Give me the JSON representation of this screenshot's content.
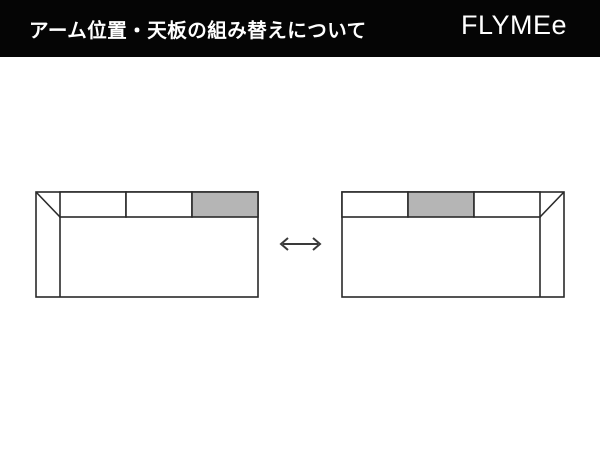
{
  "header": {
    "title": "アーム位置・天板の組み替えについて",
    "brand": "FLYMEe"
  },
  "colors": {
    "header_bg": "#050505",
    "header_text": "#ffffff",
    "outline": "#2a2a2a",
    "highlight": "#b5b5b5"
  },
  "diagram": {
    "left_sofa": {
      "arm_position": "left",
      "segments": [
        "white",
        "white",
        "gray"
      ]
    },
    "swap_arrow": {
      "icon": "double-arrow-icon"
    },
    "right_sofa": {
      "arm_position": "right",
      "segments": [
        "white",
        "gray",
        "white"
      ]
    }
  }
}
